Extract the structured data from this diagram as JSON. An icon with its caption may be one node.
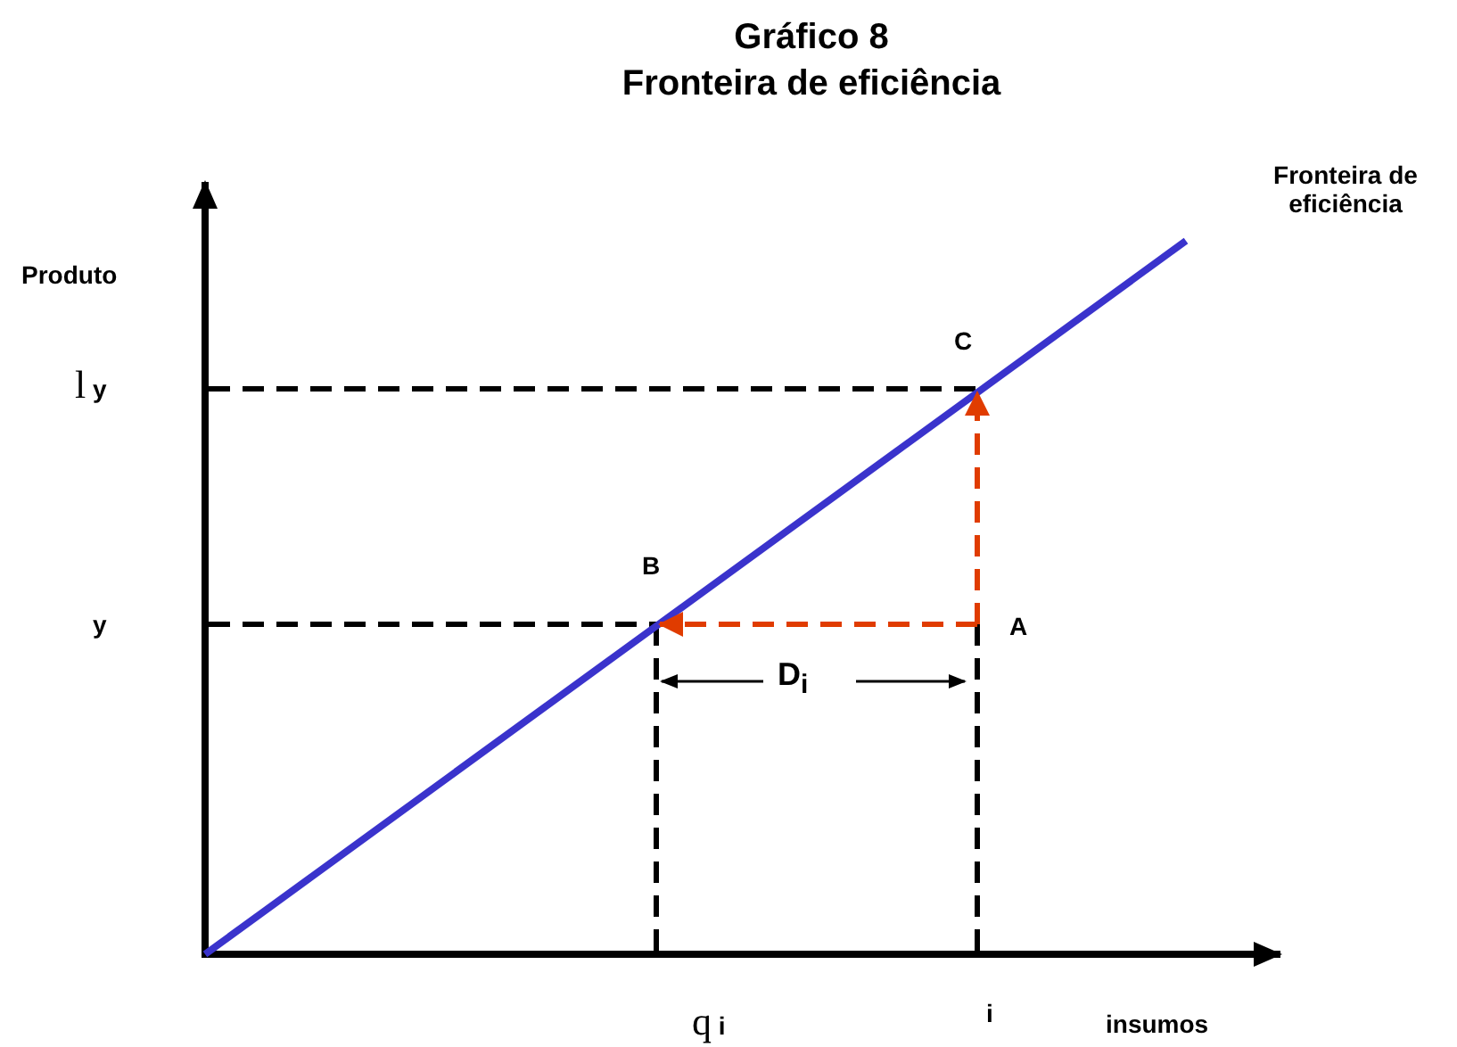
{
  "diagram": {
    "title": "Gráfico 8",
    "nodes": [
      {
        "text": [
          "A"
        ]
      },
      {
        "text": [
          "B"
        ]
      },
      {
        "text": [
          "C"
        ]
      }
    ],
    "edges": [
      {
        "from": 0,
        "to": 1,
        "arrow": "to",
        "style": "dashed"
      },
      {
        "from": 0,
        "to": 2,
        "arrow": "to",
        "style": "dashed"
      }
    ],
    "labels": [
      "Fronteira de eficiência",
      "Fronteira de eficiência",
      "Produto",
      "l y",
      "y",
      "D$_{i}$",
      "q i",
      "i",
      "insumos"
    ]
  }
}
